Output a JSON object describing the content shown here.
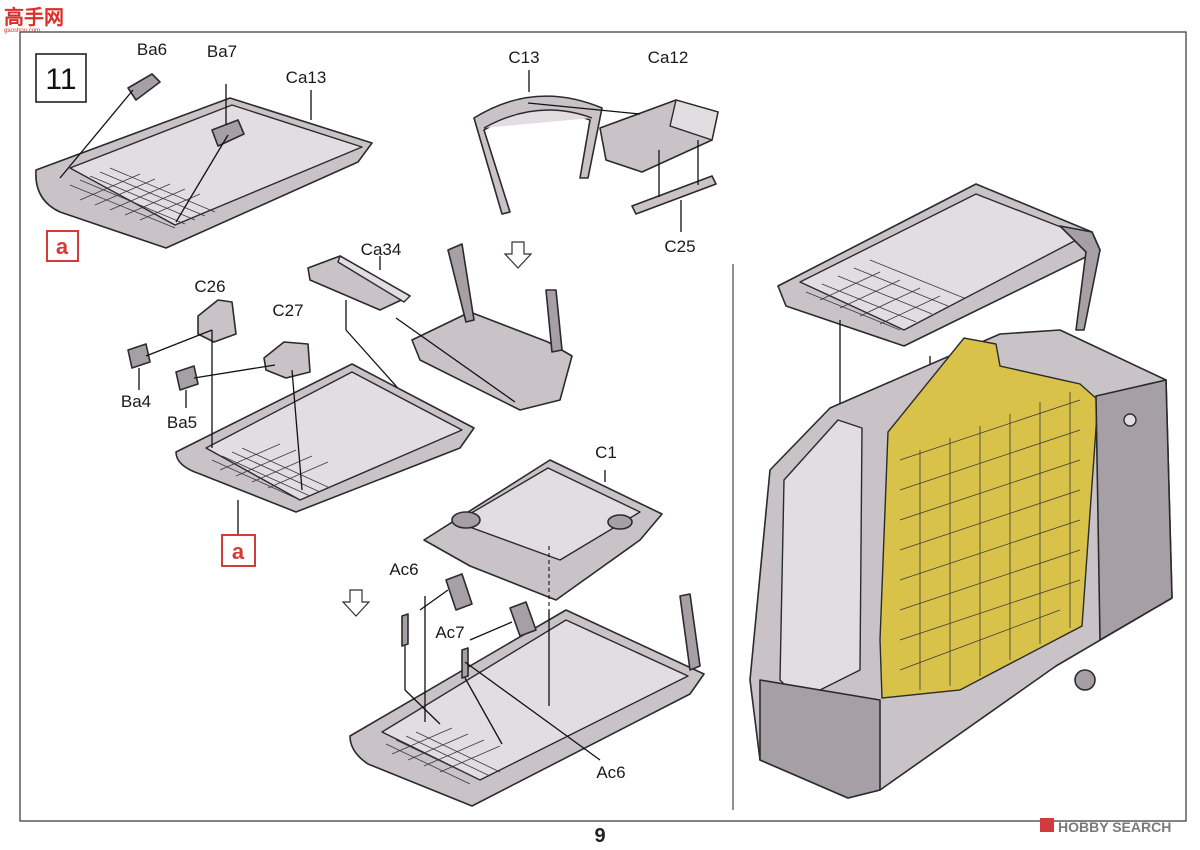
{
  "header": {
    "logo_text": "高手网",
    "logo_subtext": "gaoshou.com",
    "brand_color": "#d9302b"
  },
  "step": {
    "number": "11"
  },
  "labels": {
    "ba6": "Ba6",
    "ba7": "Ba7",
    "ca13": "Ca13",
    "c13": "C13",
    "ca12": "Ca12",
    "c25": "C25",
    "ca34": "Ca34",
    "c26": "C26",
    "c27": "C27",
    "ba4": "Ba4",
    "ba5": "Ba5",
    "c1": "C1",
    "ac6_top": "Ac6",
    "ac7": "Ac7",
    "ac6_bottom": "Ac6"
  },
  "callouts": {
    "a_top": "a",
    "a_bottom": "a",
    "color": "#d33b3b"
  },
  "footer": {
    "page_number": "9",
    "watermark": "HOBBY SEARCH"
  },
  "colors": {
    "part_gray": "#c9c3c8",
    "mesh_yellow": "#d9c24a"
  }
}
